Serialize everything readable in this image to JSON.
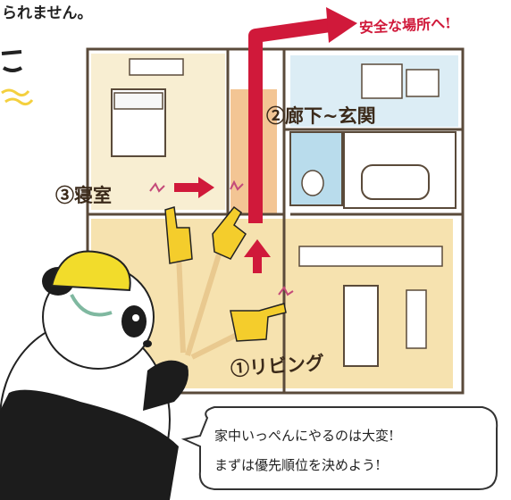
{
  "top_text": "られません。",
  "destination_label": "安全な場所へ!",
  "rooms": {
    "hallway": "②廊下~玄関",
    "bedroom": "③寝室",
    "living": "①リビング"
  },
  "speech_bubble": {
    "line1": "家中いっぺんにやるのは大変!",
    "line2": "まずは優先順位を決めよう!"
  },
  "colors": {
    "arrow_red": "#d0193a",
    "floor_wood": "#f2d68d",
    "hall_orange": "#f0b779",
    "bath_blue": "#b9dcec",
    "wall_line": "#5a4a3a",
    "glove_yellow": "#f4cd2c",
    "helmet_yellow": "#f2dc2b"
  }
}
